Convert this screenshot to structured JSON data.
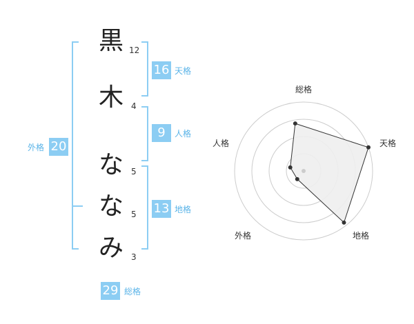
{
  "name": {
    "characters": [
      {
        "char": "黒",
        "strokes": "12"
      },
      {
        "char": "木",
        "strokes": "4"
      },
      {
        "char": "な",
        "strokes": "5"
      },
      {
        "char": "な",
        "strokes": "5"
      },
      {
        "char": "み",
        "strokes": "3"
      }
    ]
  },
  "fortune": {
    "tenkaku": {
      "value": "16",
      "label": "天格"
    },
    "jinkaku": {
      "value": "9",
      "label": "人格"
    },
    "chikaku": {
      "value": "13",
      "label": "地格"
    },
    "gaikaku": {
      "value": "20",
      "label": "外格"
    },
    "soukaku": {
      "value": "29",
      "label": "総格"
    }
  },
  "colors": {
    "accent": "#8ccdf3",
    "label_blue": "#5bb4e8",
    "radar_fill": "#eeeeee",
    "radar_line": "#333333",
    "grid": "#cccccc"
  },
  "chart_data": {
    "type": "radar",
    "axes": [
      "総格",
      "天格",
      "地格",
      "外格",
      "人格"
    ],
    "values": [
      0.7,
      1.0,
      0.95,
      0.15,
      0.2
    ],
    "range": [
      0,
      1
    ],
    "rings": 4
  }
}
